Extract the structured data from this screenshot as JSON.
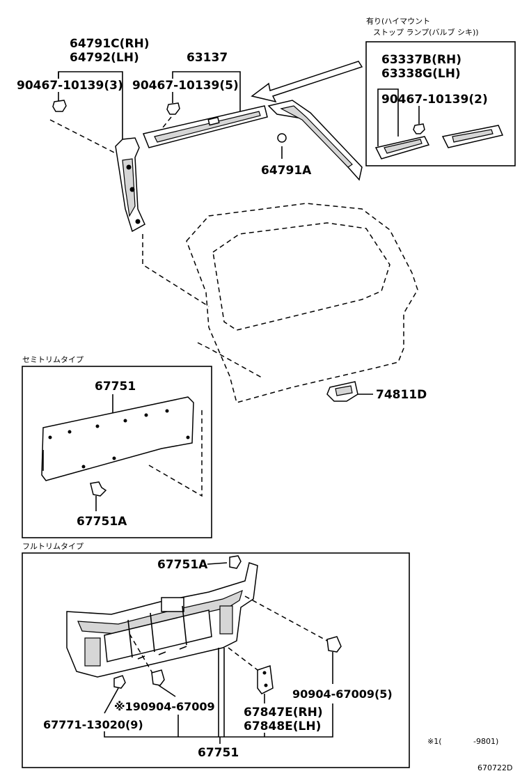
{
  "labels": {
    "hm_note_1": "有り(ハイマウント",
    "hm_note_2": "ストップ ランプ(バルブ シキ))",
    "p64791c": "64791C(RH)",
    "p64792": "64792(LH)",
    "p63137": "63137",
    "p90467_a": "90467-10139(3)",
    "p90467_b": "90467-10139(5)",
    "p64791a": "64791A",
    "p63337b": "63337B(RH)",
    "p63338g": "63338G(LH)",
    "p90467_c": "90467-10139(2)",
    "semi_trim": "セミトリムタイプ",
    "p67751_semi": "67751",
    "p67751a_semi": "67751A",
    "p74811d": "74811D",
    "full_trim": "フルトリムタイプ",
    "p67751a_full": "67751A",
    "p90904_star": "※190904-67009",
    "p90904_5": "90904-67009(5)",
    "p67771": "67771-13020(9)",
    "p67847e": "67847E(RH)",
    "p67848e": "67848E(LH)",
    "p67751_full": "67751",
    "footnote_star": "※1(",
    "footnote_range": "-9801)",
    "diagram_code": "670722D"
  },
  "colors": {
    "line": "#000000",
    "part_fill": "#ffffff",
    "shade_fill": "#d6d6d6",
    "background": "#ffffff"
  }
}
